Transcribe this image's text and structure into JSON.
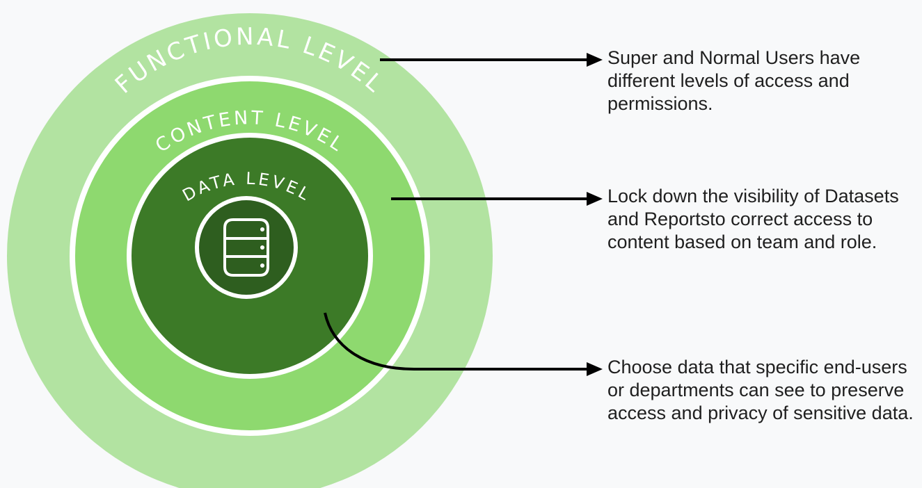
{
  "rings": {
    "functional": {
      "label": "FUNCTIONAL LEVEL",
      "color": "#b2e3a1"
    },
    "content": {
      "label": "CONTENT LEVEL",
      "color": "#8ed96f"
    },
    "data": {
      "label": "DATA LEVEL",
      "color": "#3c7a27"
    }
  },
  "descriptions": {
    "functional": "Super and Normal Users have different levels of access and permissions.",
    "content": "Lock down the visibility of Datasets and Reportsto correct access to content based on team and role.",
    "data": "Choose data that specific end-users or departments can see to preserve access and privacy of sensitive data."
  },
  "icons": {
    "center": "database-icon"
  },
  "colors": {
    "background": "#f8f9fa",
    "arrow": "#000000",
    "icon_fill": "#2e5e1f",
    "ring_separator": "#ffffff",
    "text": "#1f1f1f"
  }
}
